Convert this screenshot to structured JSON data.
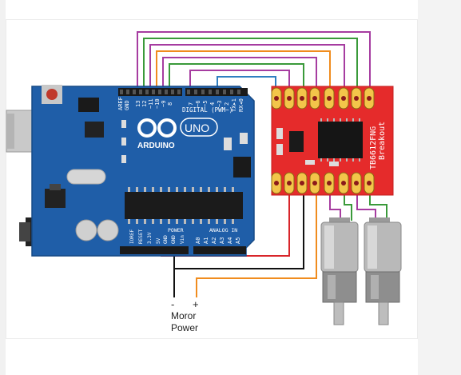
{
  "arduino": {
    "logo_text": "ARDUINO",
    "uno_text": "UNO",
    "digital_label": "DIGITAL (PWM~)",
    "power_label": "POWER",
    "analog_label": "ANALOG IN",
    "gnd_label": "GND",
    "aref_label": "AREF",
    "digital_pins": [
      "13",
      "12",
      "~11",
      "~10",
      "~9",
      "8",
      "7",
      "~6",
      "~5",
      "4",
      "~3",
      "2",
      "TX▸1",
      "RX◂0"
    ],
    "power_pins": [
      "IOREF",
      "RESET",
      "3.3V",
      "5V",
      "GND",
      "GND",
      "Vin"
    ],
    "analog_pins": [
      "A0",
      "A1",
      "A2",
      "A3",
      "A4",
      "A5"
    ]
  },
  "driver": {
    "label_line1": "TB6612FNG",
    "label_line2": "Breakout"
  },
  "power_supply": {
    "minus": "-",
    "plus": "+",
    "caption_line1": "Moror",
    "caption_line2": "Power"
  },
  "colors": {
    "board_blue": "#1f5ea8",
    "driver_red": "#e52b2b",
    "wire_purple": "#a63ca0",
    "wire_orange": "#f08c1e",
    "wire_green": "#3a9a3a",
    "wire_blue": "#2f7fc1",
    "wire_red": "#d8252a",
    "wire_black": "#111111"
  }
}
